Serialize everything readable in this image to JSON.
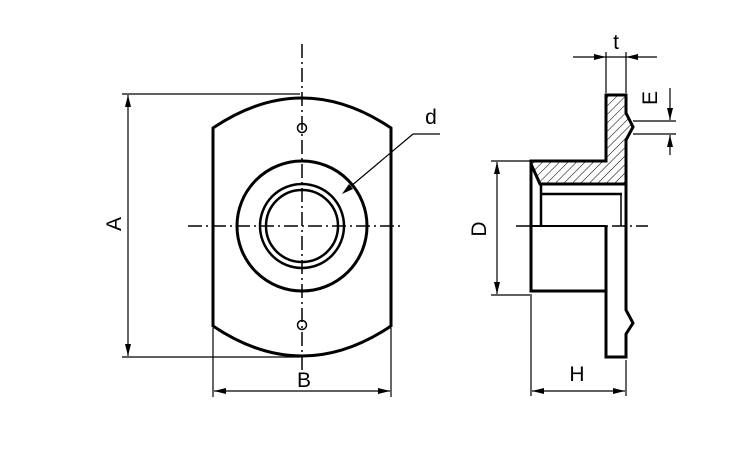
{
  "drawing": {
    "labels": {
      "A": "A",
      "B": "B",
      "d": "d",
      "D": "D",
      "H": "H",
      "t": "t",
      "E": "E"
    },
    "colors": {
      "line": "#000000",
      "background": "#ffffff",
      "hatch": "#000000"
    }
  }
}
